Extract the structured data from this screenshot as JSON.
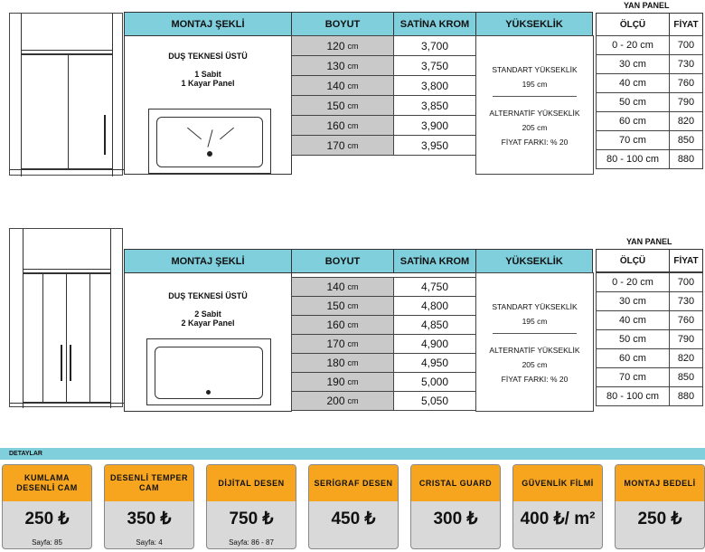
{
  "section1": {
    "headers": {
      "montaj": "MONTAJ ŞEKLİ",
      "boyut": "BOYUT",
      "satina": "SATİNA KROM",
      "yukseklik": "YÜKSEKLİK"
    },
    "montaj_title": "DUŞ TEKNESİ ÜSTÜ",
    "montaj_line1": "1 Sabit",
    "montaj_line2": "1 Kayar Panel",
    "rows": [
      {
        "boyut": "120",
        "unit": "cm",
        "fiyat": "3,700"
      },
      {
        "boyut": "130",
        "unit": "cm",
        "fiyat": "3,750"
      },
      {
        "boyut": "140",
        "unit": "cm",
        "fiyat": "3,800"
      },
      {
        "boyut": "150",
        "unit": "cm",
        "fiyat": "3,850"
      },
      {
        "boyut": "160",
        "unit": "cm",
        "fiyat": "3,900"
      },
      {
        "boyut": "170",
        "unit": "cm",
        "fiyat": "3,950"
      }
    ],
    "yukseklik": {
      "std": "STANDART YÜKSEKLİK",
      "std_val": "195 cm",
      "alt": "ALTERNATİF YÜKSEKLİK",
      "alt_val": "205 cm",
      "fark": "FİYAT FARKI: % 20"
    },
    "yan_panel": {
      "title": "YAN PANEL",
      "h_olcu": "ÖLÇÜ",
      "h_fiyat": "FİYAT",
      "rows": [
        {
          "olcu": "0 - 20 cm",
          "fiyat": "700"
        },
        {
          "olcu": "30 cm",
          "fiyat": "730"
        },
        {
          "olcu": "40 cm",
          "fiyat": "760"
        },
        {
          "olcu": "50 cm",
          "fiyat": "790"
        },
        {
          "olcu": "60 cm",
          "fiyat": "820"
        },
        {
          "olcu": "70 cm",
          "fiyat": "850"
        },
        {
          "olcu": "80 - 100 cm",
          "fiyat": "880"
        }
      ]
    }
  },
  "section2": {
    "headers": {
      "montaj": "MONTAJ ŞEKLİ",
      "boyut": "BOYUT",
      "satina": "SATİNA KROM",
      "yukseklik": "YÜKSEKLİK"
    },
    "montaj_title": "DUŞ TEKNESİ ÜSTÜ",
    "montaj_line1": "2 Sabit",
    "montaj_line2": "2 Kayar Panel",
    "rows": [
      {
        "boyut": "140",
        "unit": "cm",
        "fiyat": "4,750"
      },
      {
        "boyut": "150",
        "unit": "cm",
        "fiyat": "4,800"
      },
      {
        "boyut": "160",
        "unit": "cm",
        "fiyat": "4,850"
      },
      {
        "boyut": "170",
        "unit": "cm",
        "fiyat": "4,900"
      },
      {
        "boyut": "180",
        "unit": "cm",
        "fiyat": "4,950"
      },
      {
        "boyut": "190",
        "unit": "cm",
        "fiyat": "5,000"
      },
      {
        "boyut": "200",
        "unit": "cm",
        "fiyat": "5,050"
      }
    ],
    "yukseklik": {
      "std": "STANDART YÜKSEKLİK",
      "std_val": "195 cm",
      "alt": "ALTERNATİF YÜKSEKLİK",
      "alt_val": "205 cm",
      "fark": "FİYAT FARKI: % 20"
    },
    "yan_panel": {
      "title": "YAN PANEL",
      "h_olcu": "ÖLÇÜ",
      "h_fiyat": "FİYAT",
      "rows": [
        {
          "olcu": "0 - 20 cm",
          "fiyat": "700"
        },
        {
          "olcu": "30 cm",
          "fiyat": "730"
        },
        {
          "olcu": "40 cm",
          "fiyat": "760"
        },
        {
          "olcu": "50 cm",
          "fiyat": "790"
        },
        {
          "olcu": "60 cm",
          "fiyat": "820"
        },
        {
          "olcu": "70 cm",
          "fiyat": "850"
        },
        {
          "olcu": "80 - 100 cm",
          "fiyat": "880"
        }
      ]
    }
  },
  "detaylar": {
    "title": "DETAYLAR",
    "cards": [
      {
        "name": "KUMLAMA DESENLİ CAM",
        "price": "250 ₺",
        "page": "Sayfa: 85"
      },
      {
        "name": "DESENLİ TEMPER CAM",
        "price": "350 ₺",
        "page": "Sayfa: 4"
      },
      {
        "name": "DİJİTAL DESEN",
        "price": "750 ₺",
        "page": "Sayfa: 86 - 87"
      },
      {
        "name": "SERİGRAF DESEN",
        "price": "450 ₺",
        "page": ""
      },
      {
        "name": "CRISTAL GUARD",
        "price": "300 ₺",
        "page": ""
      },
      {
        "name": "GÜVENLİK FİLMİ",
        "price": "400 ₺/ m²",
        "page": ""
      },
      {
        "name": "MONTAJ BEDELİ",
        "price": "250 ₺",
        "page": ""
      }
    ]
  }
}
